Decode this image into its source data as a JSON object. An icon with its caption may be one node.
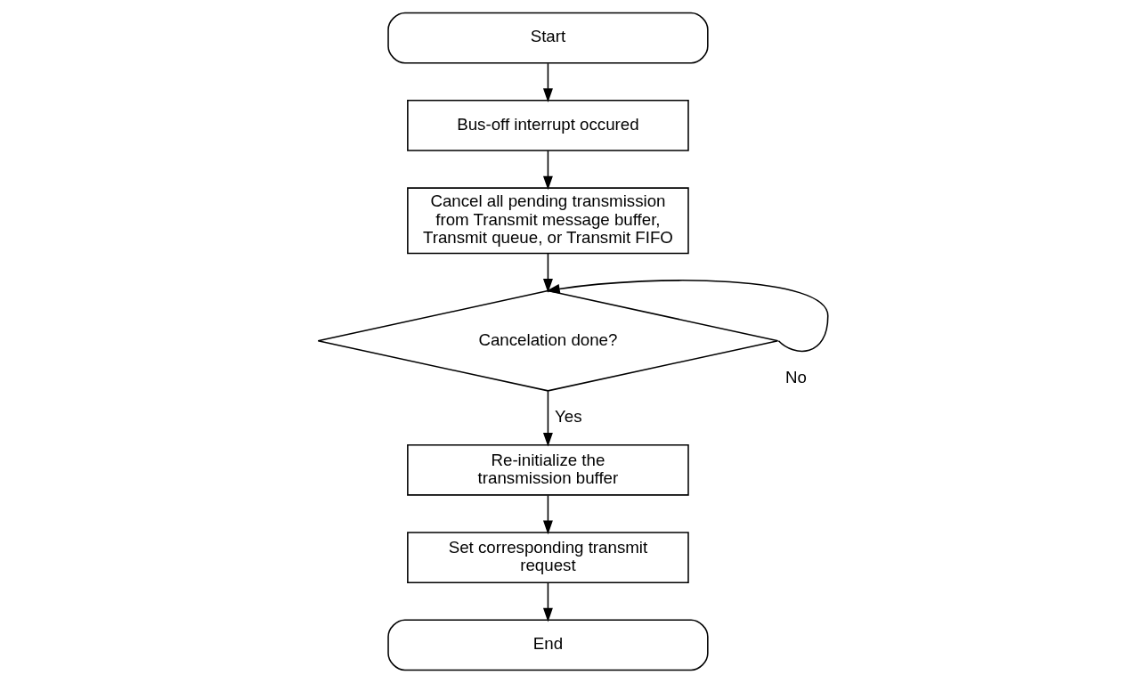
{
  "diagram": {
    "nodes": [
      {
        "text": [
          "Start"
        ]
      },
      {
        "text": [
          "Bus-off interrupt occured"
        ]
      },
      {
        "text": [
          "Cancel all pending transmission from Transmit message buffer, Transmit queue, or Transmit FIFO"
        ]
      },
      {
        "text": [
          "Cancelation done?"
        ]
      },
      {
        "text": [
          "Re-initialize the transmission buffer"
        ]
      },
      {
        "text": [
          "Set corresponding transmit request"
        ]
      },
      {
        "text": [
          "End"
        ]
      }
    ],
    "edges": [
      {
        "from": 0,
        "to": 1,
        "arrow": "to"
      },
      {
        "from": 1,
        "to": 2,
        "arrow": "to"
      },
      {
        "from": 2,
        "to": 3,
        "arrow": "to"
      },
      {
        "from": 3,
        "to": 3,
        "arrow": "to",
        "label": "No"
      },
      {
        "from": 3,
        "to": 4,
        "arrow": "to",
        "label": "Yes"
      },
      {
        "from": 4,
        "to": 5,
        "arrow": "to"
      },
      {
        "from": 5,
        "to": 6,
        "arrow": "to"
      }
    ]
  }
}
